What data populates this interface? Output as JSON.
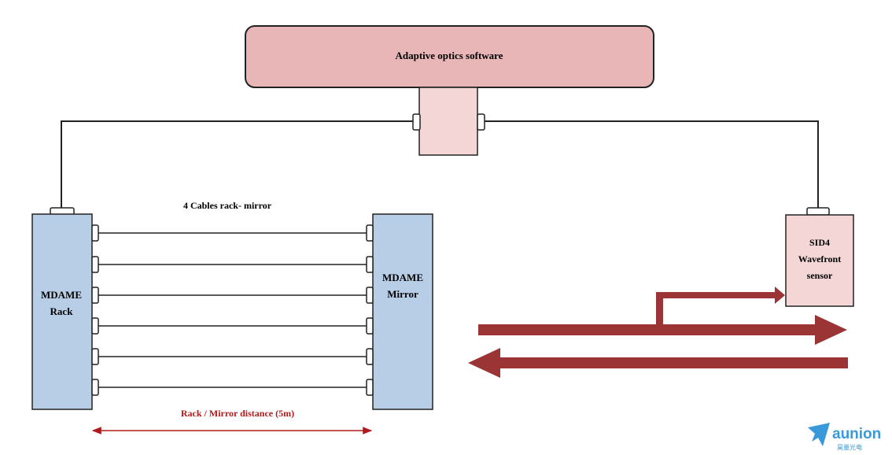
{
  "software": {
    "label": "Adaptive optics software"
  },
  "rack": {
    "line1": "MDAME",
    "line2": "Rack"
  },
  "mirror": {
    "line1": "MDAME",
    "line2": "Mirror"
  },
  "sensor": {
    "line1": "SID4",
    "line2": "Wavefront",
    "line3": "sensor"
  },
  "cables": {
    "label": "4 Cables rack- mirror"
  },
  "distance": {
    "label": "Rack / Mirror distance (5m)"
  },
  "logo": {
    "name": "aunion",
    "subtitle": "昊量光电"
  },
  "colors": {
    "software_fill": "#e8b6b7",
    "hub_fill": "#f4d6d6",
    "sensor_fill": "#f4d6d6",
    "rack_fill": "#b8cde6",
    "beam": "#9b3535",
    "distance_arrow": "#b11a1a",
    "logo": "#3a9ad9"
  },
  "icons": {
    "logo": "paper-plane-icon"
  }
}
